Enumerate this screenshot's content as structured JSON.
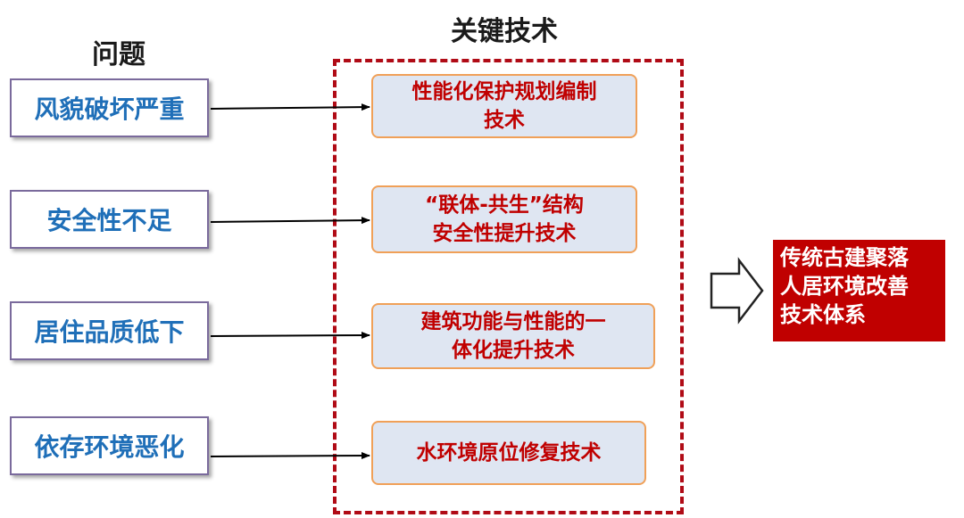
{
  "headings": {
    "problems": "问题",
    "key_tech": "关键技术"
  },
  "problems": [
    "风貌破坏严重",
    "安全性不足",
    "居住品质低下",
    "依存环境恶化"
  ],
  "technologies": [
    [
      "性能化保护规划编制",
      "技术"
    ],
    [
      "“联体-共生”结构",
      "安全性提升技术"
    ],
    [
      "建筑功能与性能的一",
      "体化提升技术"
    ],
    [
      "水环境原位修复技术"
    ]
  ],
  "result": [
    "传统古建聚落",
    "人居环境改善",
    "技术体系"
  ],
  "colors": {
    "problem_text": "#1f6fb8",
    "tech_text": "#c00000",
    "tech_fill": "#dfe6f2",
    "tech_border": "#f0a058",
    "dashed_border": "#b00b16",
    "result_fill": "#c00000"
  }
}
